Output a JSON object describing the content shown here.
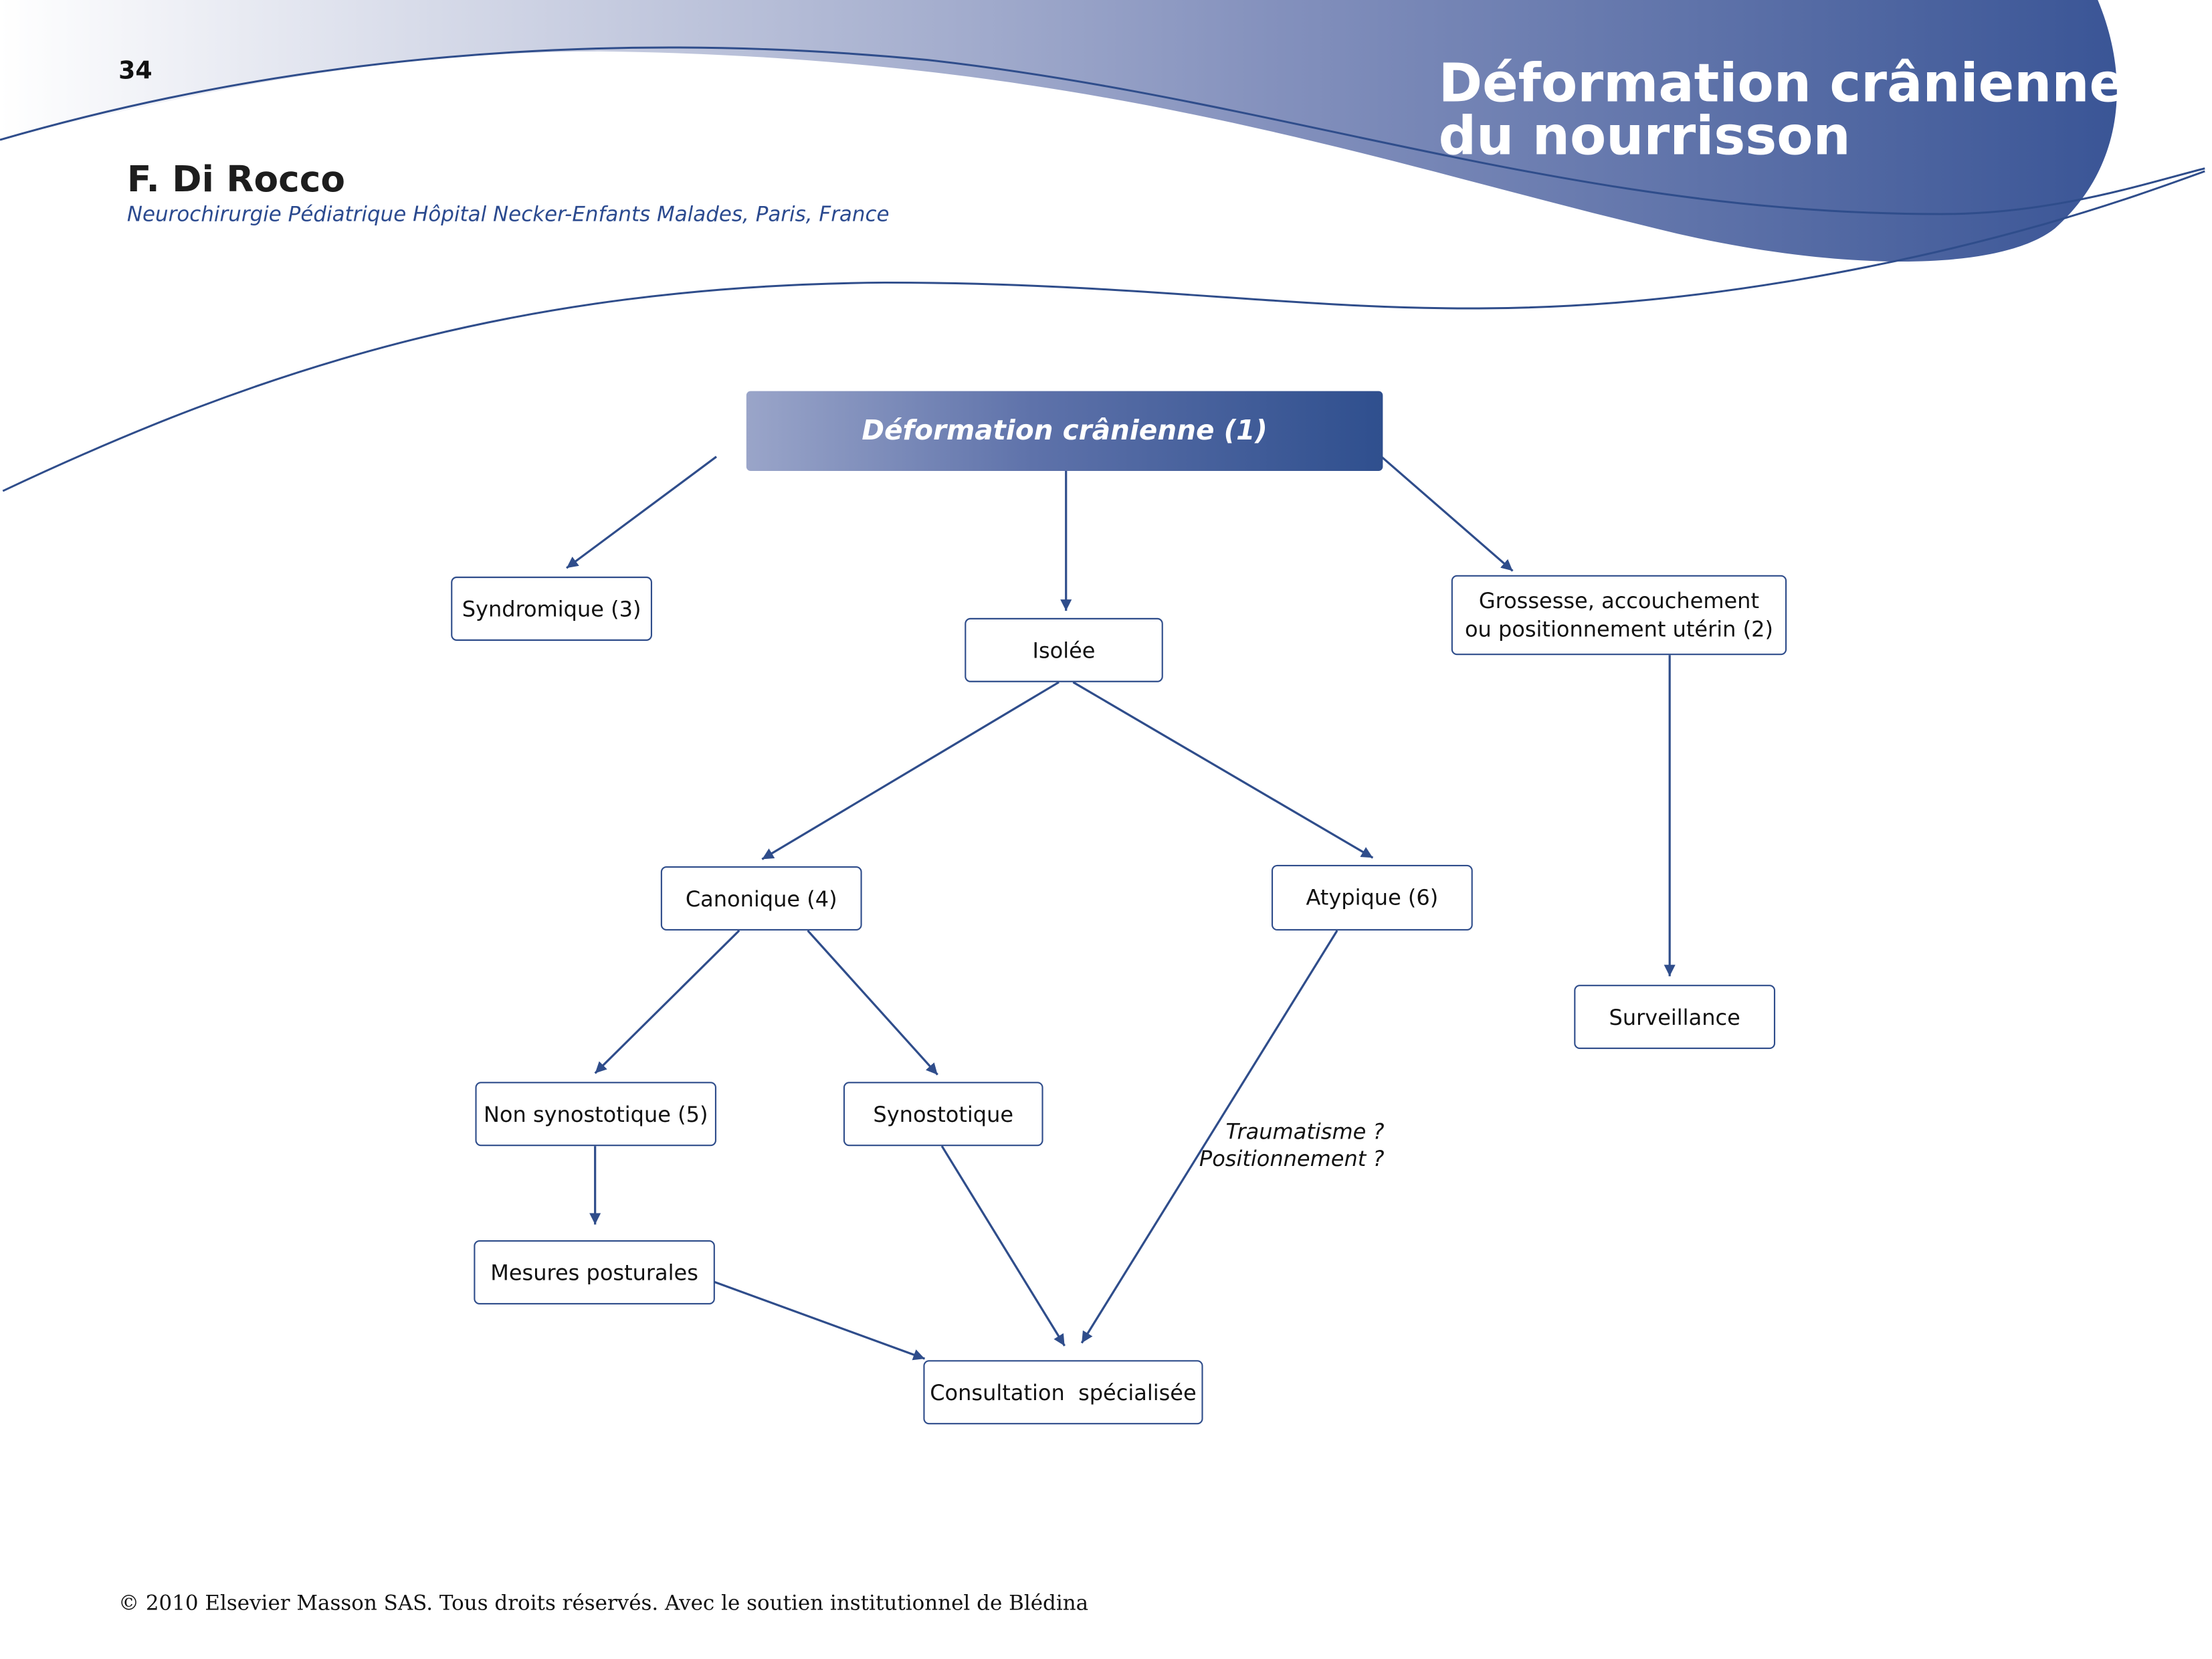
{
  "header": {
    "page_number": "34",
    "title_line1": "Déformation crânienne",
    "title_line2": "du nourrisson",
    "author": "F. Di Rocco",
    "affiliation": "Neurochirurgie Pédiatrique Hôpital Necker-Enfants Malades, Paris, France"
  },
  "colors": {
    "accent": "#2f4f8e",
    "accent_light": "#9aa5c9",
    "line": "#2f4d8b"
  },
  "flowchart": {
    "nodes": {
      "root": "Déformation crânienne (1)",
      "syndromique": "Syndromique (3)",
      "isolee": "Isolée",
      "grossesse": "Grossesse, accouchement\nou positionnement utérin (2)",
      "canonique": "Canonique (4)",
      "atypique": "Atypique (6)",
      "surveillance": "Surveillance",
      "non_synostotique": "Non synostotique (5)",
      "synostotique": "Synostotique",
      "mesures_posturales": "Mesures posturales",
      "consultation": "Consultation  spécialisée"
    },
    "edge_labels": {
      "traumatisme": "Traumatisme ?",
      "positionnement": "Positionnement ?"
    },
    "edges": [
      {
        "from": "root",
        "to": "syndromique"
      },
      {
        "from": "root",
        "to": "isolee"
      },
      {
        "from": "root",
        "to": "grossesse"
      },
      {
        "from": "isolee",
        "to": "canonique"
      },
      {
        "from": "isolee",
        "to": "atypique"
      },
      {
        "from": "grossesse",
        "to": "surveillance"
      },
      {
        "from": "canonique",
        "to": "non_synostotique"
      },
      {
        "from": "canonique",
        "to": "synostotique"
      },
      {
        "from": "non_synostotique",
        "to": "mesures_posturales"
      },
      {
        "from": "mesures_posturales",
        "to": "consultation"
      },
      {
        "from": "synostotique",
        "to": "consultation"
      },
      {
        "from": "atypique",
        "to": "consultation"
      }
    ]
  },
  "footer": {
    "copyright": "© 2010 Elsevier Masson SAS. Tous droits réservés. Avec le soutien institutionnel de Blédina"
  }
}
